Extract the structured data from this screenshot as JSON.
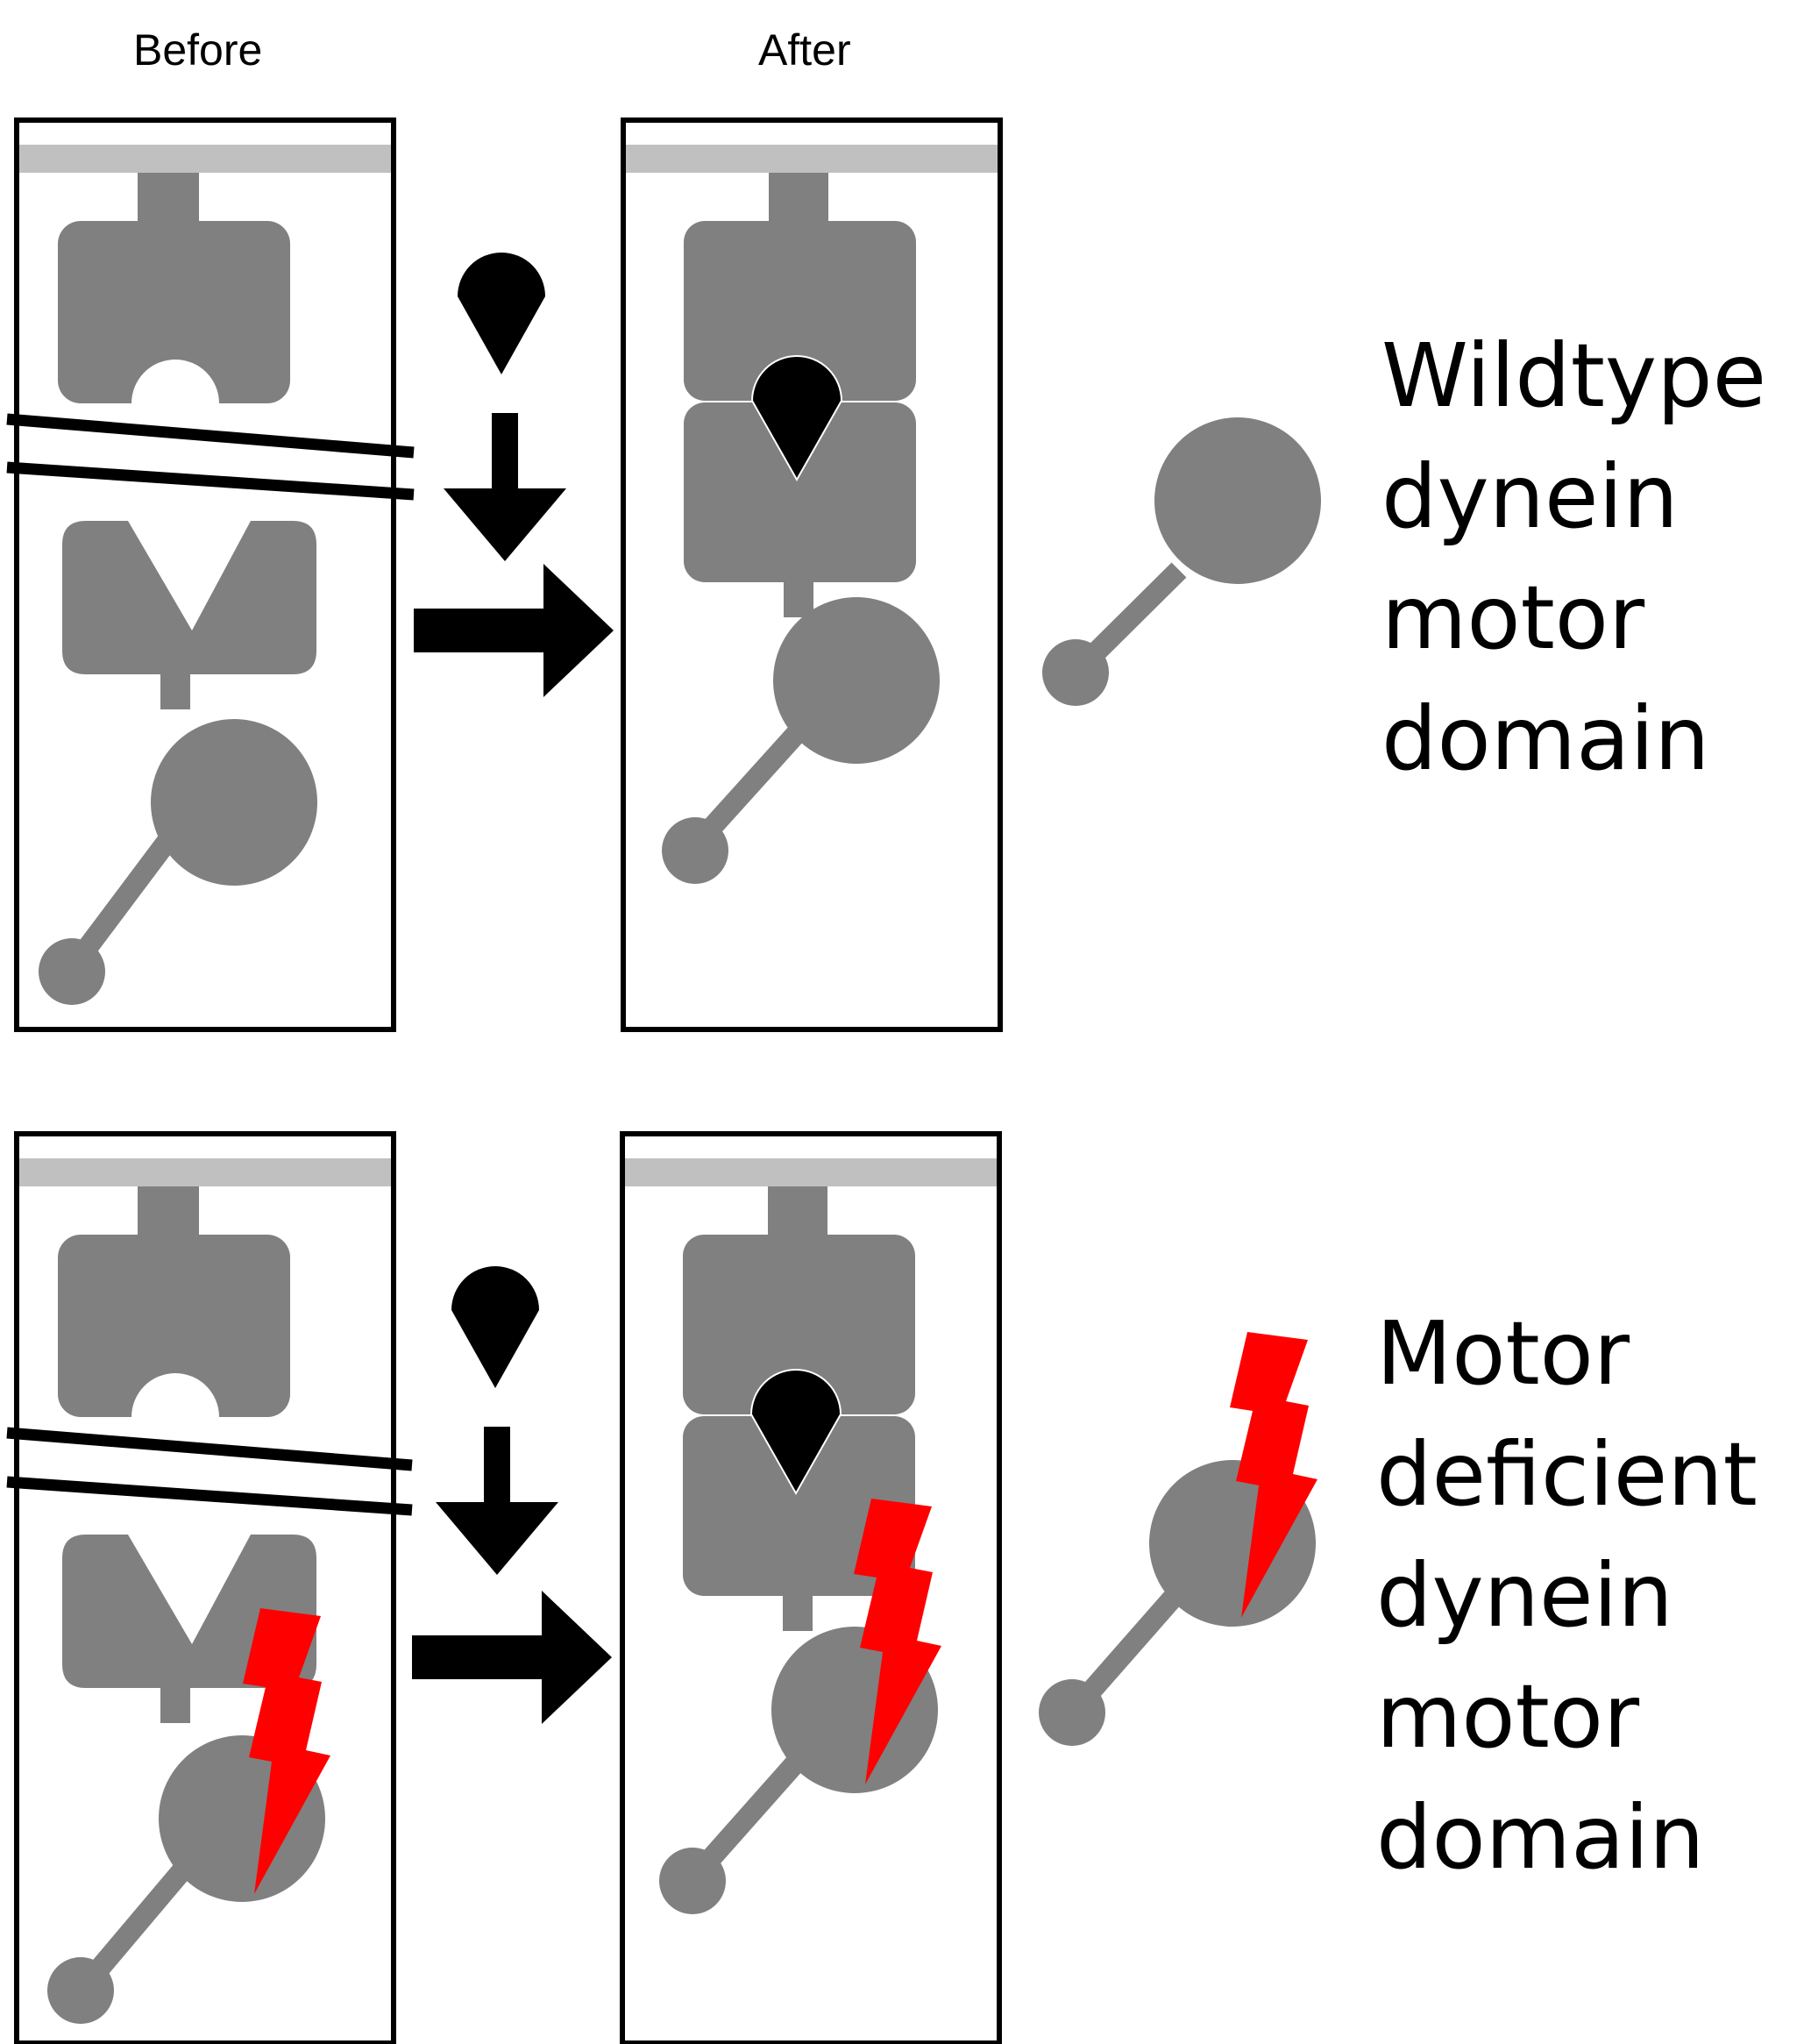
{
  "column_labels": {
    "before": "Before",
    "after": "After"
  },
  "rows": [
    {
      "id": "wildtype",
      "label_lines": [
        "Wildtype",
        "dynein",
        "motor",
        "domain"
      ],
      "lightning": false
    },
    {
      "id": "deficient",
      "label_lines": [
        "Motor",
        "deficient",
        "dynein",
        "motor",
        "domain"
      ],
      "lightning": true
    }
  ],
  "colors": {
    "protein": "#808080",
    "surface": "#c0c0c0",
    "ligand": "#000000",
    "defect": "#ff0000",
    "frame": "#000000"
  }
}
